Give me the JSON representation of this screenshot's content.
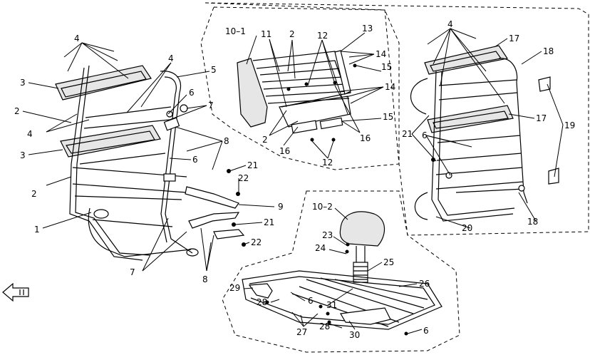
{
  "callouts": [
    {
      "id": "c4a",
      "text": "4"
    },
    {
      "id": "c4b",
      "text": "4"
    },
    {
      "id": "c3a",
      "text": "3"
    },
    {
      "id": "c2a",
      "text": "2"
    },
    {
      "id": "c4c",
      "text": "4"
    },
    {
      "id": "c3b",
      "text": "3"
    },
    {
      "id": "c2b",
      "text": "2"
    },
    {
      "id": "c1",
      "text": "1"
    },
    {
      "id": "c5",
      "text": "5"
    },
    {
      "id": "c6a",
      "text": "6"
    },
    {
      "id": "c7a",
      "text": "7"
    },
    {
      "id": "c8a",
      "text": "8"
    },
    {
      "id": "c6b",
      "text": "6"
    },
    {
      "id": "c21a",
      "text": "21"
    },
    {
      "id": "c22a",
      "text": "22"
    },
    {
      "id": "c9",
      "text": "9"
    },
    {
      "id": "c21b",
      "text": "21"
    },
    {
      "id": "c22b",
      "text": "22"
    },
    {
      "id": "c7b",
      "text": "7"
    },
    {
      "id": "c8b",
      "text": "8"
    },
    {
      "id": "c101",
      "text": "10–1"
    },
    {
      "id": "c11",
      "text": "11"
    },
    {
      "id": "c2c",
      "text": "2"
    },
    {
      "id": "c12a",
      "text": "12"
    },
    {
      "id": "c13",
      "text": "13"
    },
    {
      "id": "c14a",
      "text": "14"
    },
    {
      "id": "c15a",
      "text": "15"
    },
    {
      "id": "c14b",
      "text": "14"
    },
    {
      "id": "c15b",
      "text": "15"
    },
    {
      "id": "c2d",
      "text": "2"
    },
    {
      "id": "c16a",
      "text": "16"
    },
    {
      "id": "c16b",
      "text": "16"
    },
    {
      "id": "c12b",
      "text": "12"
    },
    {
      "id": "c4d",
      "text": "4"
    },
    {
      "id": "c17a",
      "text": "17"
    },
    {
      "id": "c18a",
      "text": "18"
    },
    {
      "id": "c17b",
      "text": "17"
    },
    {
      "id": "c21c",
      "text": "21"
    },
    {
      "id": "c6c",
      "text": "6"
    },
    {
      "id": "c19",
      "text": "19"
    },
    {
      "id": "c18b",
      "text": "18"
    },
    {
      "id": "c20",
      "text": "20"
    },
    {
      "id": "c102",
      "text": "10–2"
    },
    {
      "id": "c23",
      "text": "23"
    },
    {
      "id": "c24",
      "text": "24"
    },
    {
      "id": "c25",
      "text": "25"
    },
    {
      "id": "c26",
      "text": "26"
    },
    {
      "id": "c29",
      "text": "29"
    },
    {
      "id": "c28a",
      "text": "28"
    },
    {
      "id": "c6d",
      "text": "6"
    },
    {
      "id": "c31",
      "text": "31"
    },
    {
      "id": "c27",
      "text": "27"
    },
    {
      "id": "c28b",
      "text": "28"
    },
    {
      "id": "c30",
      "text": "30"
    },
    {
      "id": "c6e",
      "text": "6"
    }
  ]
}
